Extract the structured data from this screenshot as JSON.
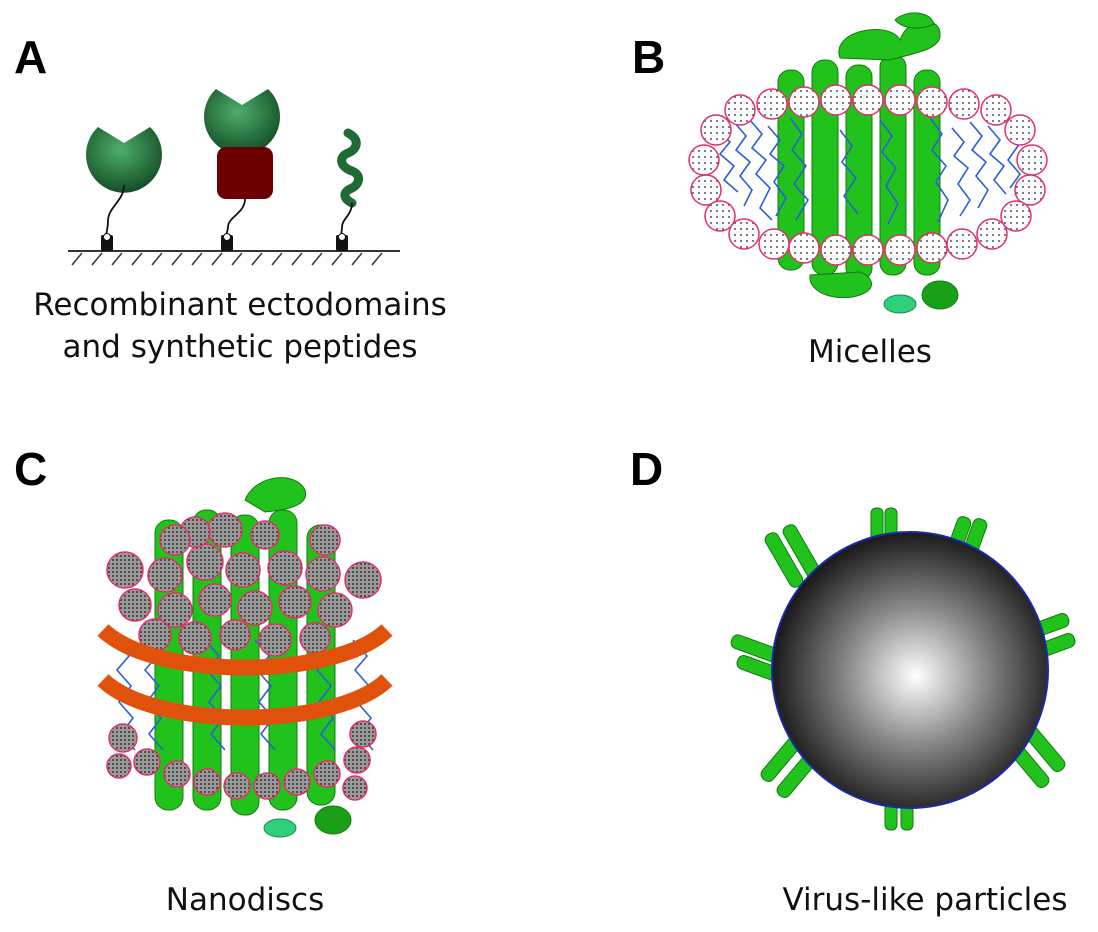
{
  "panels": [
    {
      "letter": "A",
      "caption_line1": "Recombinant ectodomains",
      "caption_line2": "and synthetic peptides"
    },
    {
      "letter": "B",
      "caption": "Micelles"
    },
    {
      "letter": "C",
      "caption": "Nanodiscs"
    },
    {
      "letter": "D",
      "caption": "Virus-like particles"
    }
  ],
  "colors": {
    "protein_green": "#22c21c",
    "receptor_green": "#1f7a3a",
    "receptor_red": "#6b0000",
    "lipid_chain_blue": "#2b5fd6",
    "headgroup_pink": "#e0306a",
    "scaffold_orange": "#e0520c",
    "particle_dark": "#111111"
  }
}
